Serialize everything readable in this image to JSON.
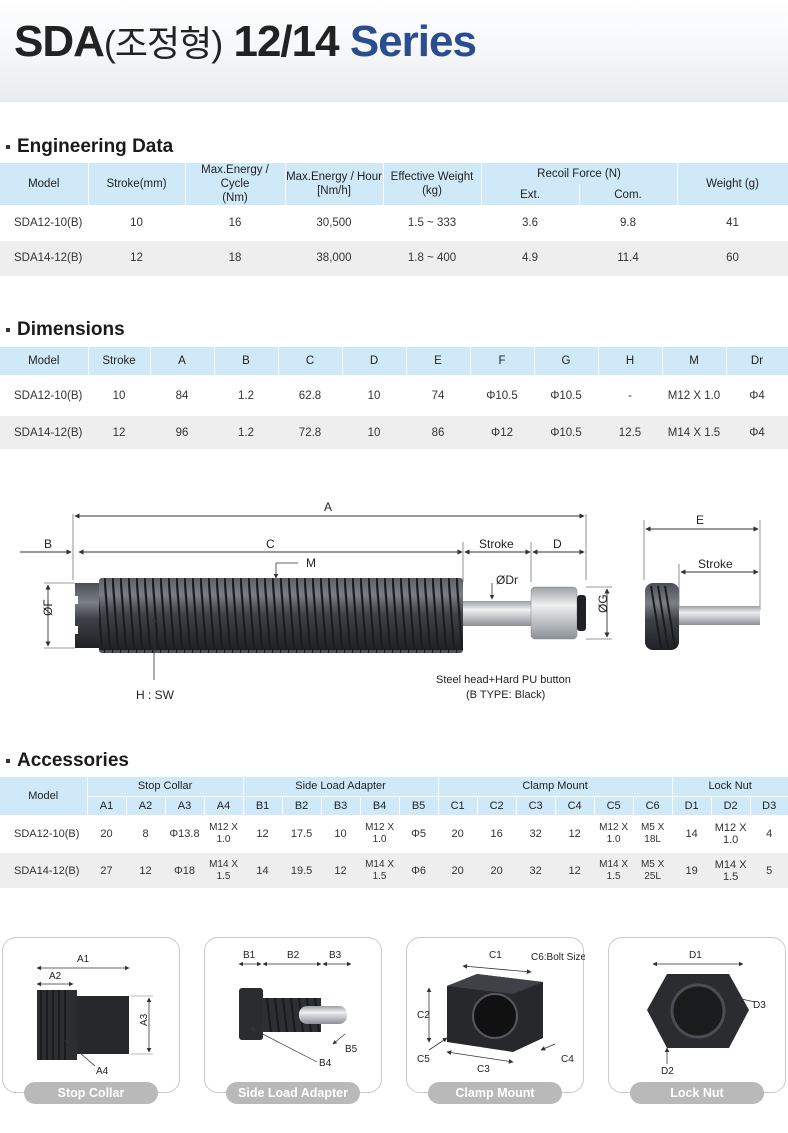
{
  "header": {
    "t1": "SDA",
    "t2": "(조정형)",
    "t3": " 12/14 ",
    "t4": "Series"
  },
  "sections": {
    "engineering": "Engineering Data",
    "dimensions": "Dimensions",
    "accessories": "Accessories"
  },
  "eng": {
    "h_model": "Model",
    "h_stroke": "Stroke(mm)",
    "h_mec1": "Max.Energy / Cycle",
    "h_mec2": "(Nm)",
    "h_meh1": "Max.Energy / Hour",
    "h_meh2": "[Nm/h]",
    "h_ew1": "Effective Weight",
    "h_ew2": "(kg)",
    "h_rf": "Recoil Force (N)",
    "h_ext": "Ext.",
    "h_com": "Com.",
    "h_w": "Weight (g)",
    "rows": [
      [
        "SDA12-10(B)",
        "10",
        "16",
        "30,500",
        "1.5 ~ 333",
        "3.6",
        "9.8",
        "41"
      ],
      [
        "SDA14-12(B)",
        "12",
        "18",
        "38,000",
        "1.8 ~ 400",
        "4.9",
        "11.4",
        "60"
      ]
    ]
  },
  "dim": {
    "headers": [
      "Model",
      "Stroke",
      "A",
      "B",
      "C",
      "D",
      "E",
      "F",
      "G",
      "H",
      "M",
      "Dr"
    ],
    "rows": [
      [
        "SDA12-10(B)",
        "10",
        "84",
        "1.2",
        "62.8",
        "10",
        "74",
        "Φ10.5",
        "Φ10.5",
        "-",
        "M12 X 1.0",
        "Φ4"
      ],
      [
        "SDA14-12(B)",
        "12",
        "96",
        "1.2",
        "72.8",
        "10",
        "86",
        "Φ12",
        "Φ10.5",
        "12.5",
        "M14 X 1.5",
        "Φ4"
      ]
    ]
  },
  "diagram": {
    "A": "A",
    "B": "B",
    "C": "C",
    "M": "M",
    "Stroke": "Stroke",
    "D": "D",
    "Dr": "ØDr",
    "F": "ØF",
    "G": "ØG",
    "E": "E",
    "Stroke2": "Stroke",
    "HSW": "H : SW",
    "note1": "Steel head+Hard PU button",
    "note2": "(B TYPE: Black)"
  },
  "acc": {
    "h_model": "Model",
    "groups": [
      "Stop Collar",
      "Side Load Adapter",
      "Clamp Mount",
      "Lock Nut"
    ],
    "subs": [
      "A1",
      "A2",
      "A3",
      "A4",
      "B1",
      "B2",
      "B3",
      "B4",
      "B5",
      "C1",
      "C2",
      "C3",
      "C4",
      "C5",
      "C6",
      "D1",
      "D2",
      "D3"
    ],
    "rows": [
      {
        "model": "SDA12-10(B)",
        "cells": [
          "20",
          "8",
          "Φ13.8",
          [
            "M12 X",
            "1.0"
          ],
          "12",
          "17.5",
          "10",
          [
            "M12 X",
            "1.0"
          ],
          "Φ5",
          "20",
          "16",
          "32",
          "12",
          [
            "M12 X",
            "1.0"
          ],
          [
            "M5 X",
            "18L"
          ],
          "14",
          "M12 X 1.0",
          "4"
        ]
      },
      {
        "model": "SDA14-12(B)",
        "cells": [
          "27",
          "12",
          "Φ18",
          [
            "M14 X",
            "1.5"
          ],
          "14",
          "19.5",
          "12",
          [
            "M14 X",
            "1.5"
          ],
          "Φ6",
          "20",
          "20",
          "32",
          "12",
          [
            "M14 X",
            "1.5"
          ],
          [
            "M5 X",
            "25L"
          ],
          "19",
          "M14 X 1.5",
          "5"
        ]
      }
    ]
  },
  "cards": {
    "stop": {
      "label": "Stop Collar",
      "a1": "A1",
      "a2": "A2",
      "a3": "A3",
      "a4": "A4"
    },
    "side": {
      "label": "Side Load Adapter",
      "b1": "B1",
      "b2": "B2",
      "b3": "B3",
      "b4": "B4",
      "b5": "B5"
    },
    "clamp": {
      "label": "Clamp Mount",
      "c1": "C1",
      "c2": "C2",
      "c3": "C3",
      "c4": "C4",
      "c5": "C5",
      "c6": "C6:Bolt Size"
    },
    "nut": {
      "label": "Lock Nut",
      "d1": "D1",
      "d2": "D2",
      "d3": "D3"
    }
  }
}
